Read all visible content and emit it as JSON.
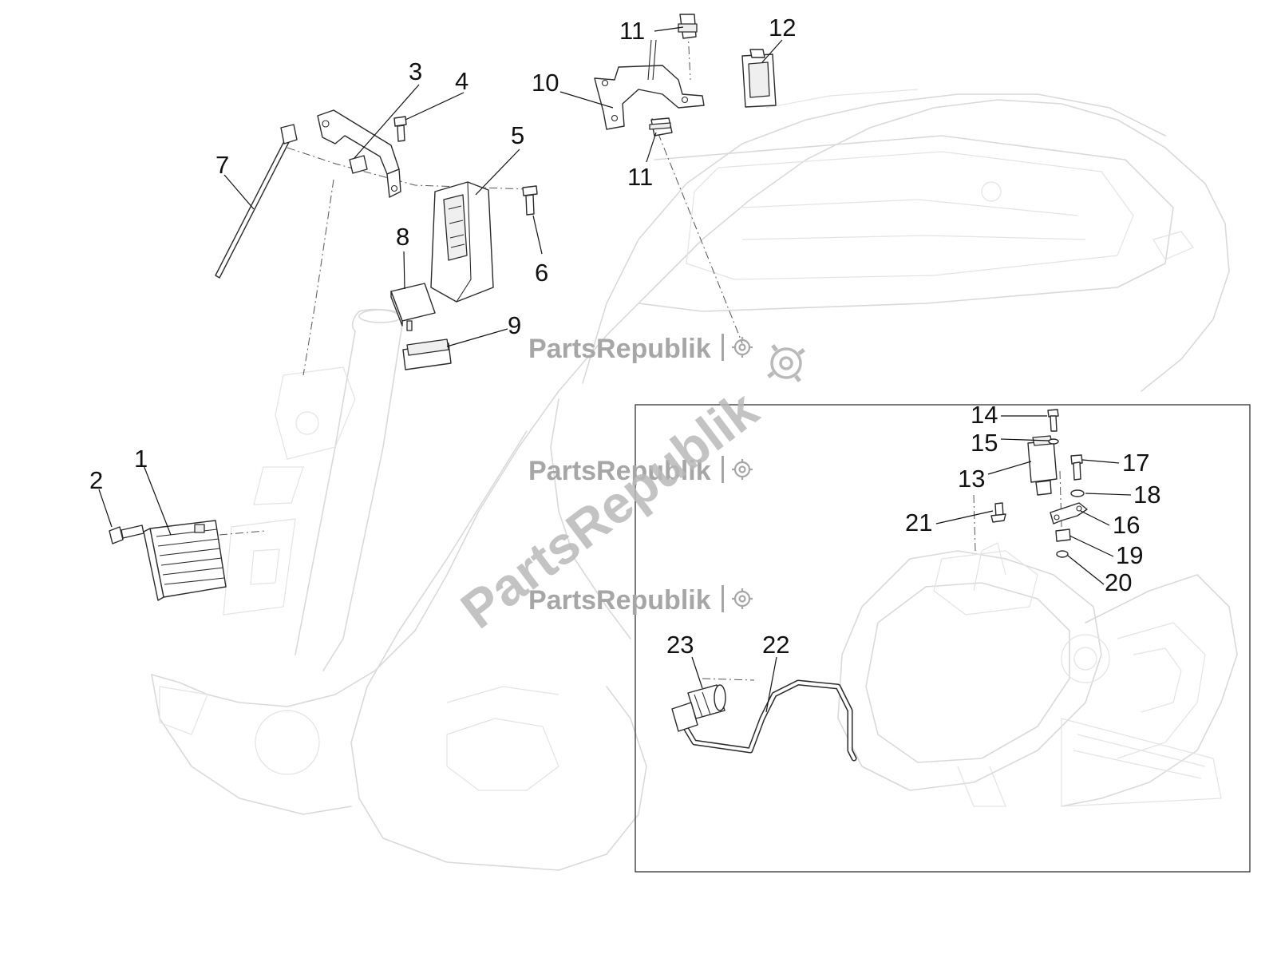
{
  "watermark": {
    "text": "PartsRepublik",
    "icon": "gear-icon"
  },
  "callouts": [
    "1",
    "2",
    "3",
    "4",
    "5",
    "6",
    "7",
    "8",
    "9",
    "10",
    "11",
    "11",
    "12",
    "13",
    "14",
    "15",
    "16",
    "17",
    "18",
    "19",
    "20",
    "21",
    "22",
    "23"
  ]
}
